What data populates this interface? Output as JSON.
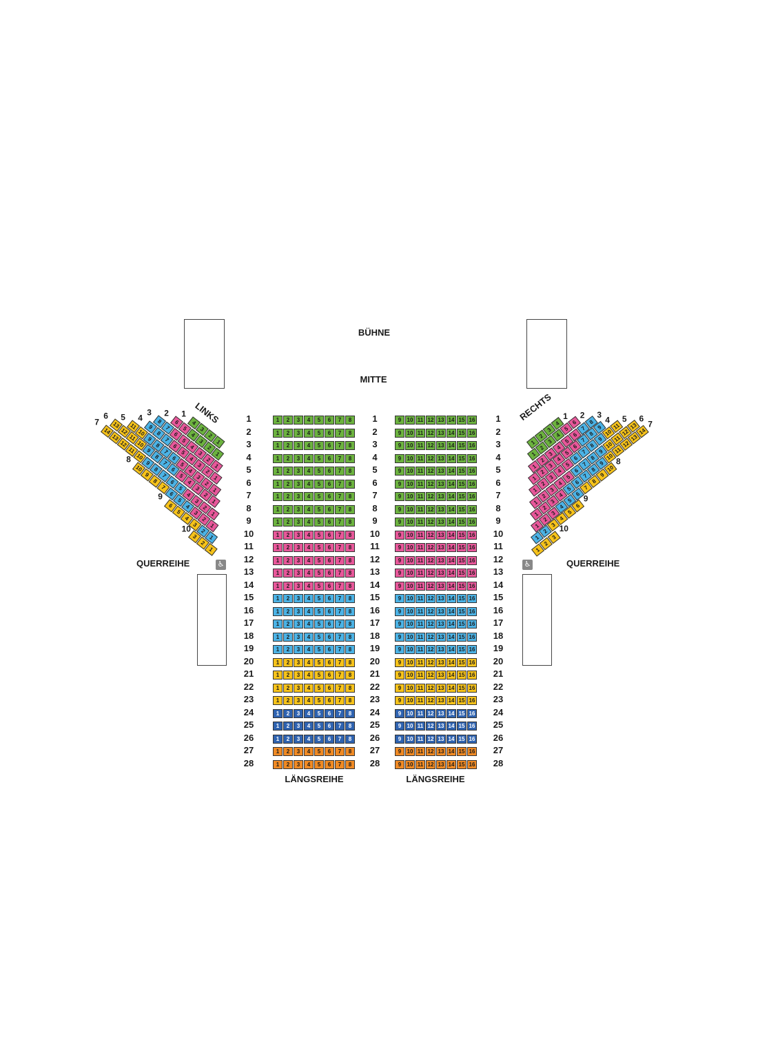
{
  "labels": {
    "stage": "BÜHNE",
    "center": "MITTE",
    "left": "LINKS",
    "right": "RECHTS",
    "cross_rows_left": "QUERREIHE",
    "cross_rows_right": "QUERREIHE",
    "long_rows_left": "LÄNGSREIHE",
    "long_rows_right": "LÄNGSREIHE"
  },
  "accessibility": {
    "icon": "wheelchair-icon",
    "glyph": "♿"
  },
  "colors": {
    "green": "#6cb33f",
    "pink": "#e8579a",
    "blue": "#4bb3e6",
    "yellow": "#f7c31a",
    "darkblue": "#2f63b0",
    "orange": "#f08a24"
  },
  "chart_data": {
    "type": "table",
    "center_rows": [
      {
        "row": 1,
        "color": "green"
      },
      {
        "row": 2,
        "color": "green"
      },
      {
        "row": 3,
        "color": "green"
      },
      {
        "row": 4,
        "color": "green"
      },
      {
        "row": 5,
        "color": "green"
      },
      {
        "row": 6,
        "color": "green"
      },
      {
        "row": 7,
        "color": "green"
      },
      {
        "row": 8,
        "color": "green"
      },
      {
        "row": 9,
        "color": "green"
      },
      {
        "row": 10,
        "color": "pink"
      },
      {
        "row": 11,
        "color": "pink"
      },
      {
        "row": 12,
        "color": "pink"
      },
      {
        "row": 13,
        "color": "pink"
      },
      {
        "row": 14,
        "color": "pink"
      },
      {
        "row": 15,
        "color": "blue"
      },
      {
        "row": 16,
        "color": "blue"
      },
      {
        "row": 17,
        "color": "blue"
      },
      {
        "row": 18,
        "color": "blue"
      },
      {
        "row": 19,
        "color": "blue"
      },
      {
        "row": 20,
        "color": "yellow"
      },
      {
        "row": 21,
        "color": "yellow"
      },
      {
        "row": 22,
        "color": "yellow"
      },
      {
        "row": 23,
        "color": "yellow"
      },
      {
        "row": 24,
        "color": "darkblue"
      },
      {
        "row": 25,
        "color": "darkblue"
      },
      {
        "row": 26,
        "color": "darkblue"
      },
      {
        "row": 27,
        "color": "orange"
      },
      {
        "row": 28,
        "color": "orange"
      }
    ],
    "center_left_seats": [
      1,
      2,
      3,
      4,
      5,
      6,
      7,
      8
    ],
    "center_right_seats": [
      9,
      10,
      11,
      12,
      13,
      14,
      15,
      16
    ],
    "left_wing": [
      {
        "row": 1,
        "seats": [
          4,
          3,
          2,
          1
        ],
        "colors": [
          "green",
          "green",
          "green",
          "green"
        ]
      },
      {
        "row": 2,
        "seats": [
          6,
          5,
          4,
          3,
          2,
          1
        ],
        "colors": [
          "pink",
          "pink",
          "green",
          "green",
          "green",
          "green"
        ]
      },
      {
        "row": 3,
        "seats": [
          8,
          7,
          6,
          5,
          4,
          3,
          2,
          1
        ],
        "colors": [
          "blue",
          "blue",
          "pink",
          "pink",
          "pink",
          "pink",
          "pink",
          "pink"
        ]
      },
      {
        "row": 4,
        "seats": [
          9,
          8,
          7,
          6,
          5,
          4,
          3,
          2,
          1
        ],
        "colors": [
          "blue",
          "blue",
          "blue",
          "pink",
          "pink",
          "pink",
          "pink",
          "pink",
          "pink"
        ]
      },
      {
        "row": 5,
        "seats": [
          11,
          10,
          9,
          8,
          7,
          6,
          5,
          4,
          3,
          2,
          1
        ],
        "colors": [
          "yellow",
          "yellow",
          "blue",
          "blue",
          "blue",
          "blue",
          "pink",
          "pink",
          "pink",
          "pink",
          "pink"
        ]
      },
      {
        "row": 6,
        "seats": [
          13,
          12,
          11,
          10,
          9,
          8,
          7,
          6,
          5,
          4,
          3,
          2,
          1
        ],
        "colors": [
          "yellow",
          "yellow",
          "yellow",
          "yellow",
          "blue",
          "blue",
          "blue",
          "blue",
          "pink",
          "pink",
          "pink",
          "pink",
          "pink"
        ]
      },
      {
        "row": 7,
        "seats": [
          14,
          13,
          12,
          11,
          10,
          9,
          8,
          7,
          6,
          5,
          4,
          3,
          2,
          1
        ],
        "colors": [
          "yellow",
          "yellow",
          "yellow",
          "yellow",
          "yellow",
          "blue",
          "blue",
          "blue",
          "blue",
          "blue",
          "pink",
          "pink",
          "pink",
          "pink"
        ]
      },
      {
        "row": 8,
        "seats": [
          10,
          9,
          8,
          7,
          6,
          5,
          4,
          3,
          2,
          1
        ],
        "colors": [
          "yellow",
          "yellow",
          "yellow",
          "yellow",
          "blue",
          "blue",
          "blue",
          "pink",
          "pink",
          "pink"
        ]
      },
      {
        "row": 9,
        "seats": [
          6,
          5,
          4,
          3,
          2,
          1
        ],
        "colors": [
          "yellow",
          "yellow",
          "yellow",
          "yellow",
          "blue",
          "blue"
        ]
      },
      {
        "row": 10,
        "seats": [
          3,
          2,
          1
        ],
        "colors": [
          "yellow",
          "yellow",
          "yellow"
        ]
      }
    ],
    "right_wing": [
      {
        "row": 1,
        "seats": [
          1,
          2,
          3,
          4
        ],
        "colors": [
          "green",
          "green",
          "green",
          "green"
        ]
      },
      {
        "row": 2,
        "seats": [
          1,
          2,
          3,
          4,
          5,
          6
        ],
        "colors": [
          "green",
          "green",
          "green",
          "green",
          "pink",
          "pink"
        ]
      },
      {
        "row": 3,
        "seats": [
          1,
          2,
          3,
          4,
          5,
          6,
          7,
          8
        ],
        "colors": [
          "pink",
          "pink",
          "pink",
          "pink",
          "pink",
          "pink",
          "blue",
          "blue"
        ]
      },
      {
        "row": 4,
        "seats": [
          1,
          2,
          3,
          4,
          5,
          6,
          7,
          8,
          9
        ],
        "colors": [
          "pink",
          "pink",
          "pink",
          "pink",
          "pink",
          "pink",
          "blue",
          "blue",
          "blue"
        ]
      },
      {
        "row": 5,
        "seats": [
          1,
          2,
          3,
          4,
          5,
          6,
          7,
          8,
          9,
          10,
          11
        ],
        "colors": [
          "pink",
          "pink",
          "pink",
          "pink",
          "pink",
          "blue",
          "blue",
          "blue",
          "blue",
          "yellow",
          "yellow"
        ]
      },
      {
        "row": 6,
        "seats": [
          1,
          2,
          3,
          4,
          5,
          6,
          7,
          8,
          9,
          10,
          11,
          12,
          13
        ],
        "colors": [
          "pink",
          "pink",
          "pink",
          "pink",
          "pink",
          "blue",
          "blue",
          "blue",
          "blue",
          "yellow",
          "yellow",
          "yellow",
          "yellow"
        ]
      },
      {
        "row": 7,
        "seats": [
          1,
          2,
          3,
          4,
          5,
          6,
          7,
          8,
          9,
          10,
          11,
          12,
          13,
          14
        ],
        "colors": [
          "pink",
          "pink",
          "pink",
          "pink",
          "blue",
          "blue",
          "blue",
          "blue",
          "blue",
          "yellow",
          "yellow",
          "yellow",
          "yellow",
          "yellow"
        ]
      },
      {
        "row": 8,
        "seats": [
          1,
          2,
          3,
          4,
          5,
          6,
          7,
          8,
          9,
          10
        ],
        "colors": [
          "pink",
          "pink",
          "pink",
          "blue",
          "blue",
          "blue",
          "yellow",
          "yellow",
          "yellow",
          "yellow"
        ]
      },
      {
        "row": 9,
        "seats": [
          1,
          2,
          3,
          4,
          5,
          6
        ],
        "colors": [
          "blue",
          "blue",
          "yellow",
          "yellow",
          "yellow",
          "yellow"
        ]
      },
      {
        "row": 10,
        "seats": [
          1,
          2,
          3
        ],
        "colors": [
          "yellow",
          "yellow",
          "yellow"
        ]
      }
    ]
  }
}
